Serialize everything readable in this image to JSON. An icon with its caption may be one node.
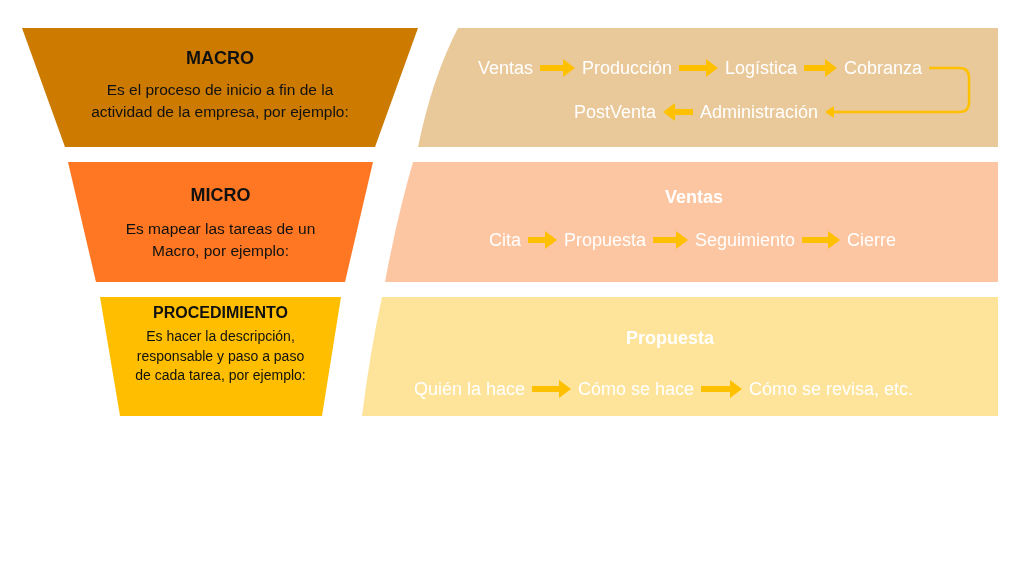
{
  "diagram": {
    "nodes": [
      {
        "text": [
          "MACRO",
          "Es el proceso de inicio a fin de la actividad de la empresa, por ejemplo:"
        ]
      },
      {
        "text": [],
        "shape": "band"
      },
      {
        "text": [
          "Ventas"
        ],
        "in": 1
      },
      {
        "text": [
          "Producción"
        ],
        "in": 1
      },
      {
        "text": [
          "Logística"
        ],
        "in": 1
      },
      {
        "text": [
          "Cobranza"
        ],
        "in": 1
      },
      {
        "text": [
          "PostVenta"
        ],
        "in": 1
      },
      {
        "text": [
          "Administración"
        ],
        "in": 1
      },
      {
        "text": [
          "MICRO",
          "Es mapear las tareas de un Macro, por ejemplo:"
        ]
      },
      {
        "text": [
          "Ventas"
        ]
      },
      {
        "text": [
          "Cita"
        ],
        "in": 9
      },
      {
        "text": [
          "Propuesta"
        ],
        "in": 9
      },
      {
        "text": [
          "Seguimiento"
        ],
        "in": 9
      },
      {
        "text": [
          "Cierre"
        ],
        "in": 9
      },
      {
        "text": [
          "PROCEDIMIENTO",
          "Es hacer la descripción, responsable y paso a paso de cada tarea, por ejemplo:"
        ]
      },
      {
        "text": [
          "Propuesta"
        ]
      },
      {
        "text": [
          "Quién la hace"
        ],
        "in": 15
      },
      {
        "text": [
          "Cómo se hace"
        ],
        "in": 15
      },
      {
        "text": [
          "Cómo se revisa, etc."
        ],
        "in": 15
      }
    ],
    "edges": [
      {
        "from": 2,
        "to": 3,
        "arrow": "to"
      },
      {
        "from": 3,
        "to": 4,
        "arrow": "to"
      },
      {
        "from": 4,
        "to": 5,
        "arrow": "to"
      },
      {
        "from": 5,
        "to": 7,
        "arrow": "to"
      },
      {
        "from": 7,
        "to": 6,
        "arrow": "to"
      },
      {
        "from": 10,
        "to": 11,
        "arrow": "to"
      },
      {
        "from": 11,
        "to": 12,
        "arrow": "to"
      },
      {
        "from": 12,
        "to": 13,
        "arrow": "to"
      },
      {
        "from": 16,
        "to": 17,
        "arrow": "to"
      },
      {
        "from": 17,
        "to": 18,
        "arrow": "to"
      }
    ]
  }
}
